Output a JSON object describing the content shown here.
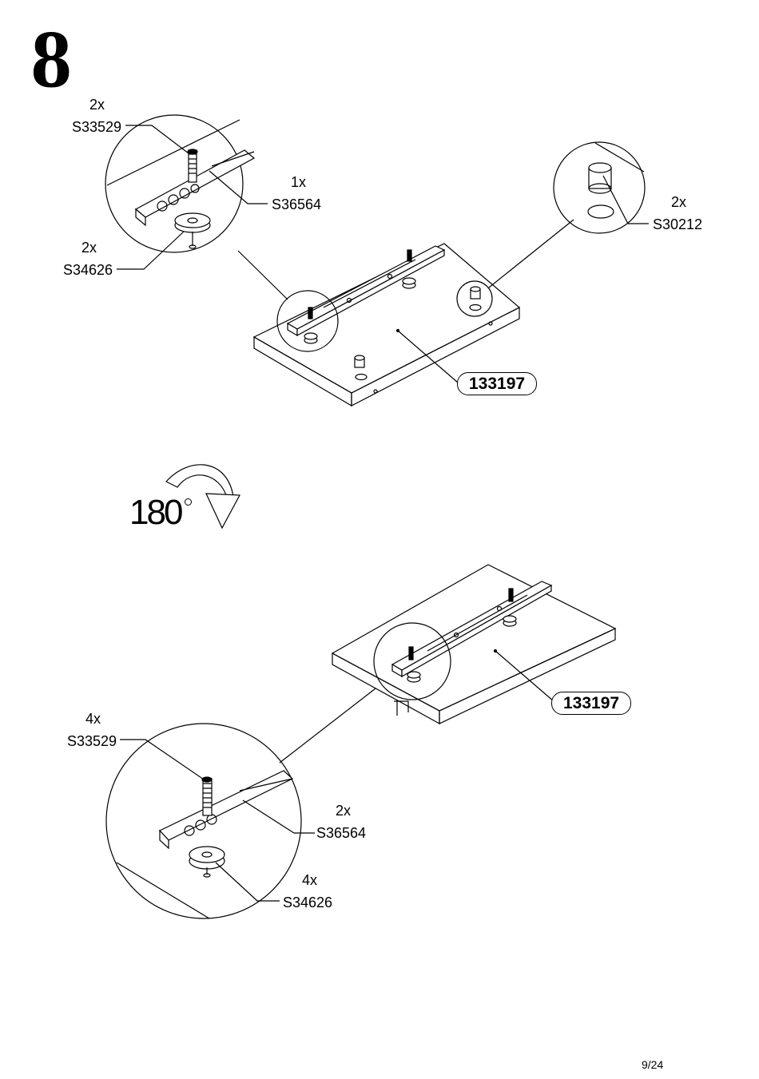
{
  "page": {
    "step_number": "8",
    "page_number": "9/24"
  },
  "rotation": {
    "value": "180"
  },
  "top_view": {
    "panel_part": "133197",
    "callouts": [
      {
        "qty": "2x",
        "code": "S33529"
      },
      {
        "qty": "1x",
        "code": "S36564"
      },
      {
        "qty": "2x",
        "code": "S34626"
      },
      {
        "qty": "2x",
        "code": "S30212"
      }
    ]
  },
  "bottom_view": {
    "panel_part": "133197",
    "callouts": [
      {
        "qty": "4x",
        "code": "S33529"
      },
      {
        "qty": "2x",
        "code": "S36564"
      },
      {
        "qty": "4x",
        "code": "S34626"
      }
    ]
  },
  "icons": [
    "rotate-arrow-icon",
    "screw-icon",
    "drawer-runner-icon",
    "plastic-dowel-icon",
    "cam-lock-icon"
  ]
}
